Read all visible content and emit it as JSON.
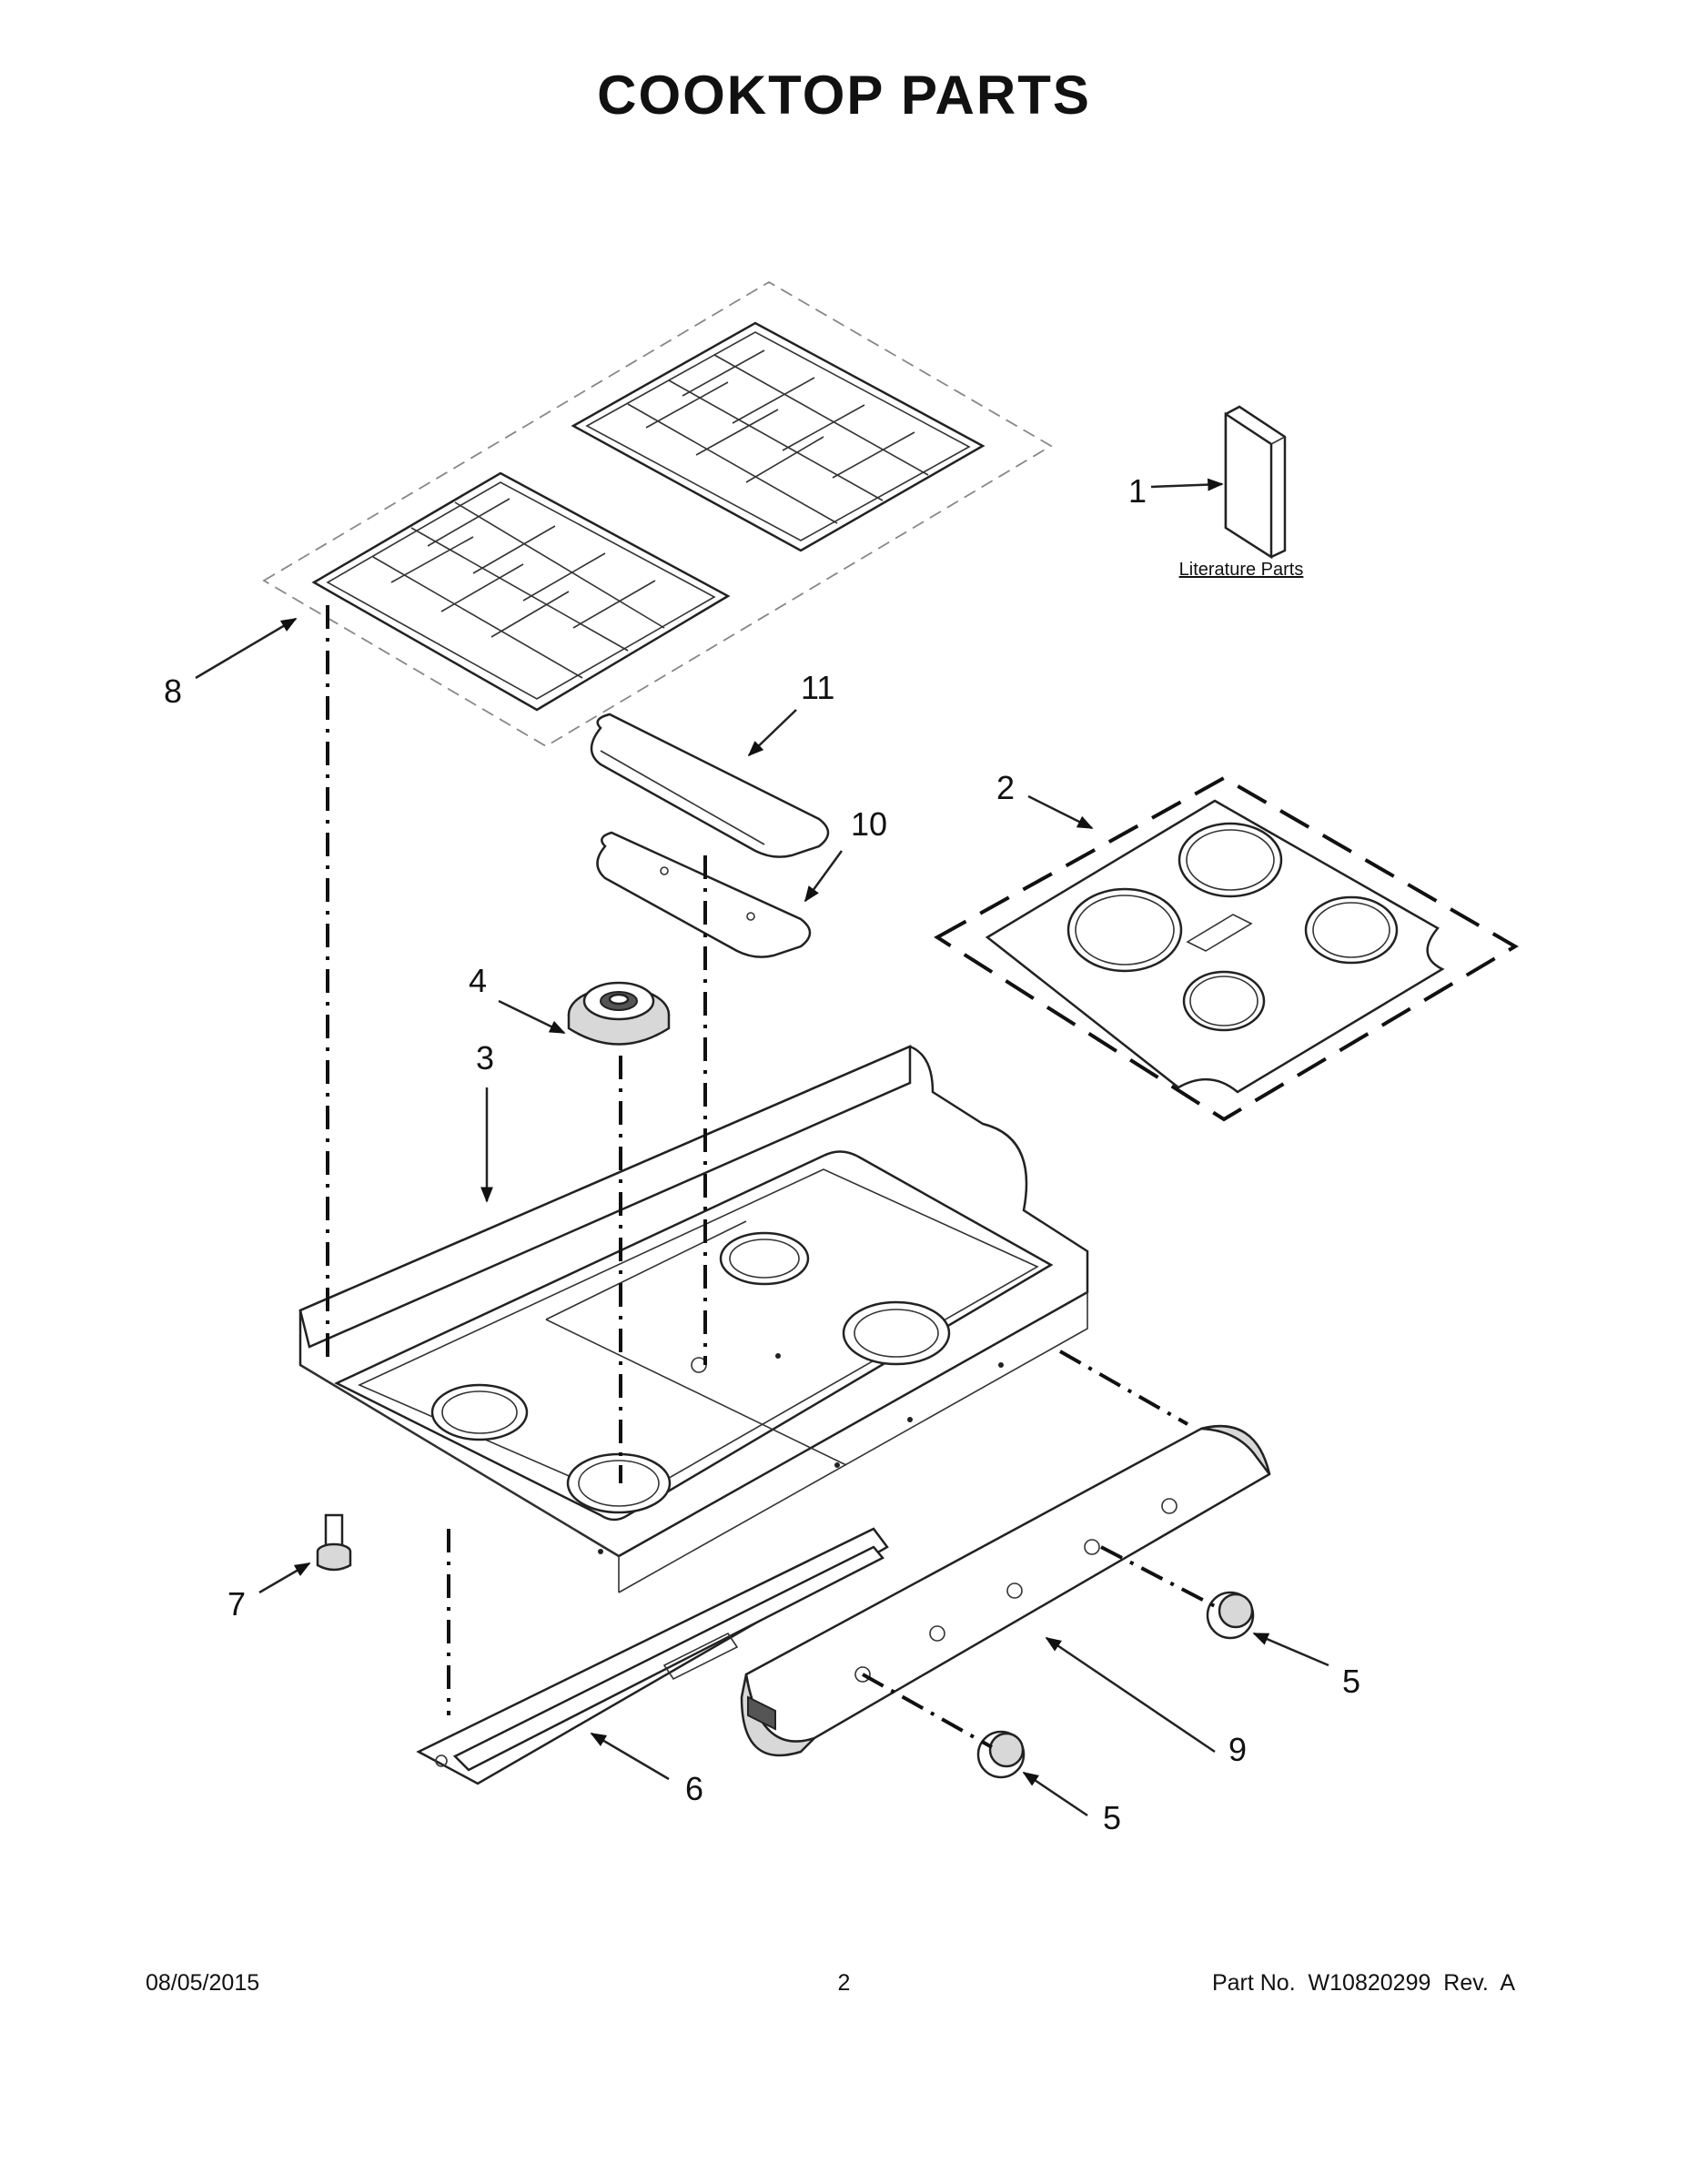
{
  "title": "COOKTOP PARTS",
  "literature_label": "Literature Parts",
  "callouts": [
    {
      "id": "1",
      "label": "1"
    },
    {
      "id": "2",
      "label": "2"
    },
    {
      "id": "3",
      "label": "3"
    },
    {
      "id": "4",
      "label": "4"
    },
    {
      "id": "5a",
      "label": "5"
    },
    {
      "id": "5b",
      "label": "5"
    },
    {
      "id": "6",
      "label": "6"
    },
    {
      "id": "7",
      "label": "7"
    },
    {
      "id": "8",
      "label": "8"
    },
    {
      "id": "9",
      "label": "9"
    },
    {
      "id": "10",
      "label": "10"
    },
    {
      "id": "11",
      "label": "11"
    }
  ],
  "footer": {
    "date": "08/05/2015",
    "page": "2",
    "part_no": "Part No.  W10820299  Rev.  A"
  }
}
